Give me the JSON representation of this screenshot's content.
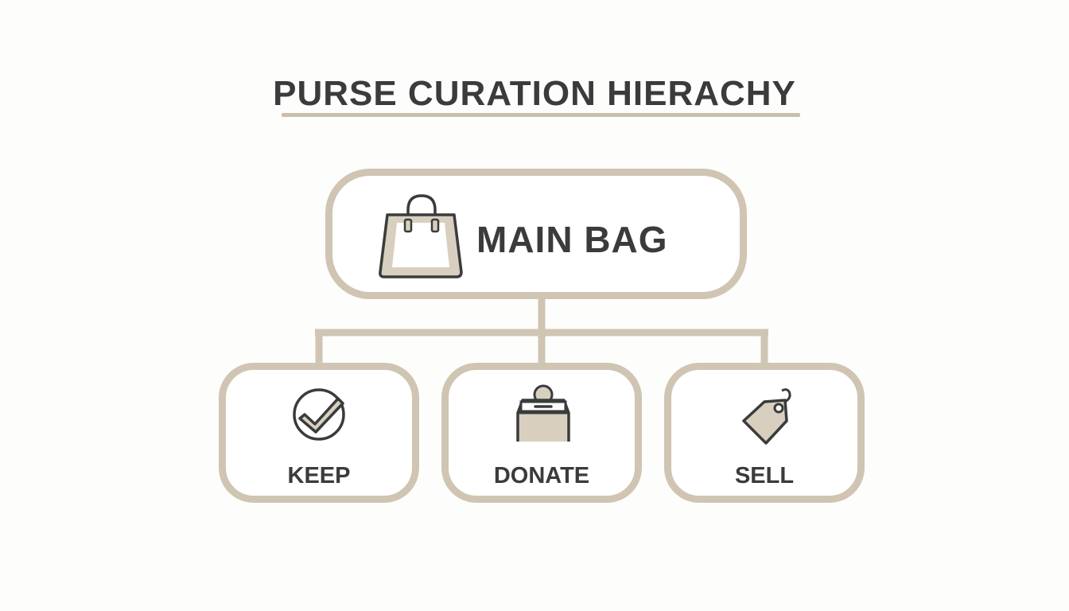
{
  "title": "PURSE CURATION HIERACHY",
  "colors": {
    "accent": "#cfc5b2",
    "text": "#3a3b3c",
    "icon_fill": "#d8cfbf",
    "background": "#fdfdfc"
  },
  "root": {
    "label": "MAIN BAG",
    "icon": "handbag-icon"
  },
  "children": [
    {
      "label": "KEEP",
      "icon": "checkmark-circle-icon"
    },
    {
      "label": "DONATE",
      "icon": "donation-box-icon"
    },
    {
      "label": "SELL",
      "icon": "price-tag-icon"
    }
  ]
}
